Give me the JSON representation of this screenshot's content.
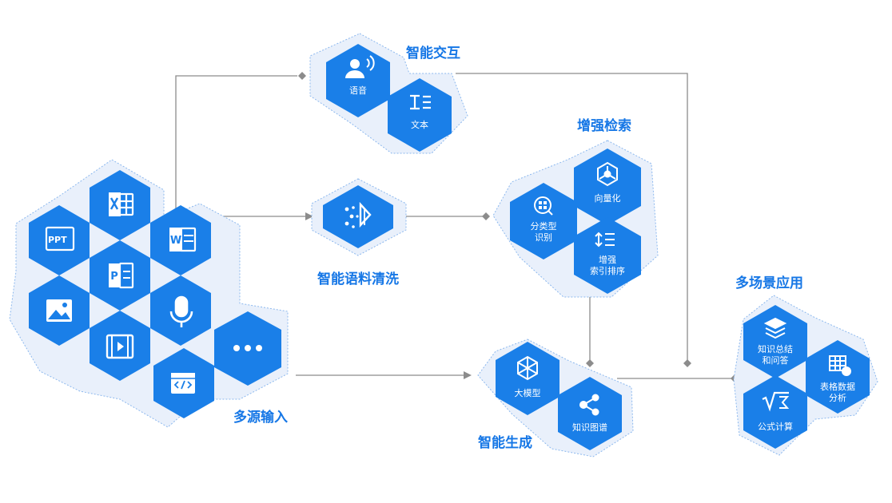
{
  "groups": {
    "multi_source_input": {
      "title": "多源输入",
      "items": [
        "PPT",
        "W",
        "P"
      ]
    },
    "smart_interaction": {
      "title": "智能交互",
      "items": [
        "语音",
        "文本"
      ]
    },
    "corpus_cleaning": {
      "title": "智能语料清洗"
    },
    "enhanced_retrieval": {
      "title": "增强检索",
      "items": [
        "向量化",
        "分类型",
        "识别",
        "增强",
        "索引排序"
      ]
    },
    "smart_generation": {
      "title": "智能生成",
      "items": [
        "大模型",
        "知识图谱"
      ]
    },
    "multi_scene_app": {
      "title": "多场景应用",
      "items": [
        "知识总结",
        "和问答",
        "表格数据",
        "分析",
        "公式计算"
      ]
    }
  },
  "colors": {
    "hex_fill": "#1a7fe8",
    "hex_halo": "#e9f0fb",
    "halo_border": "#8cb8ee",
    "line": "#8c8c8c",
    "title": "#1677e6"
  }
}
